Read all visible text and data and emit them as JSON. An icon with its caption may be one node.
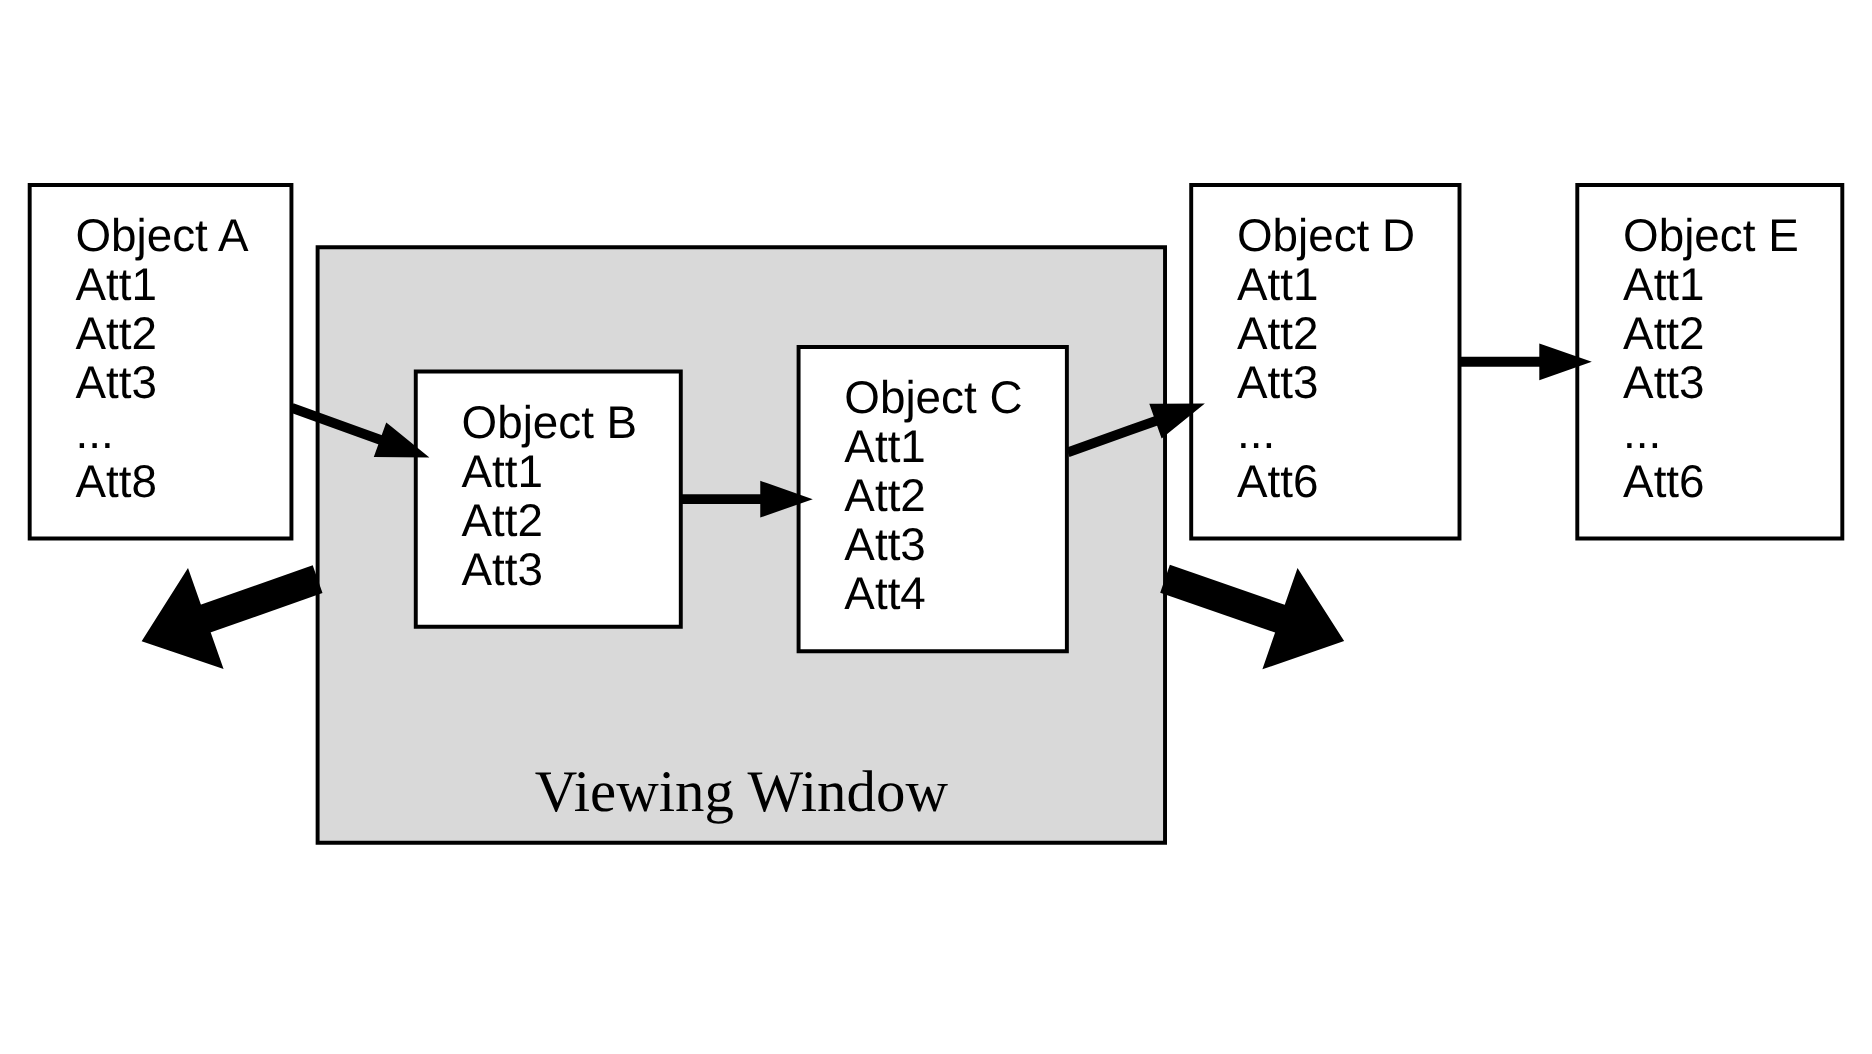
{
  "diagram": {
    "nodes": [
      {
        "text": [
          "Viewing Window"
        ]
      },
      {
        "text": [
          "Object A",
          "Att1",
          "Att2",
          "Att3",
          "...",
          "Att8"
        ]
      },
      {
        "text": [
          "Object B",
          "Att1",
          "Att2",
          "Att3"
        ],
        "in": 0
      },
      {
        "text": [
          "Object C",
          "Att1",
          "Att2",
          "Att3",
          "Att4"
        ],
        "in": 0
      },
      {
        "text": [
          "Object D",
          "Att1",
          "Att2",
          "Att3",
          "...",
          "Att6"
        ]
      },
      {
        "text": [
          "Object E",
          "Att1",
          "Att2",
          "Att3",
          "...",
          "Att6"
        ]
      }
    ],
    "edges": [
      {
        "from": 1,
        "to": 2,
        "arrow": "to"
      },
      {
        "from": 2,
        "to": 3,
        "arrow": "to"
      },
      {
        "from": 3,
        "to": 4,
        "arrow": "to"
      },
      {
        "from": 4,
        "to": 5,
        "arrow": "to"
      },
      {
        "from": 0,
        "to": null,
        "arrow": "to",
        "style": "thick"
      },
      {
        "from": 0,
        "to": null,
        "arrow": "to",
        "style": "thick"
      }
    ]
  }
}
